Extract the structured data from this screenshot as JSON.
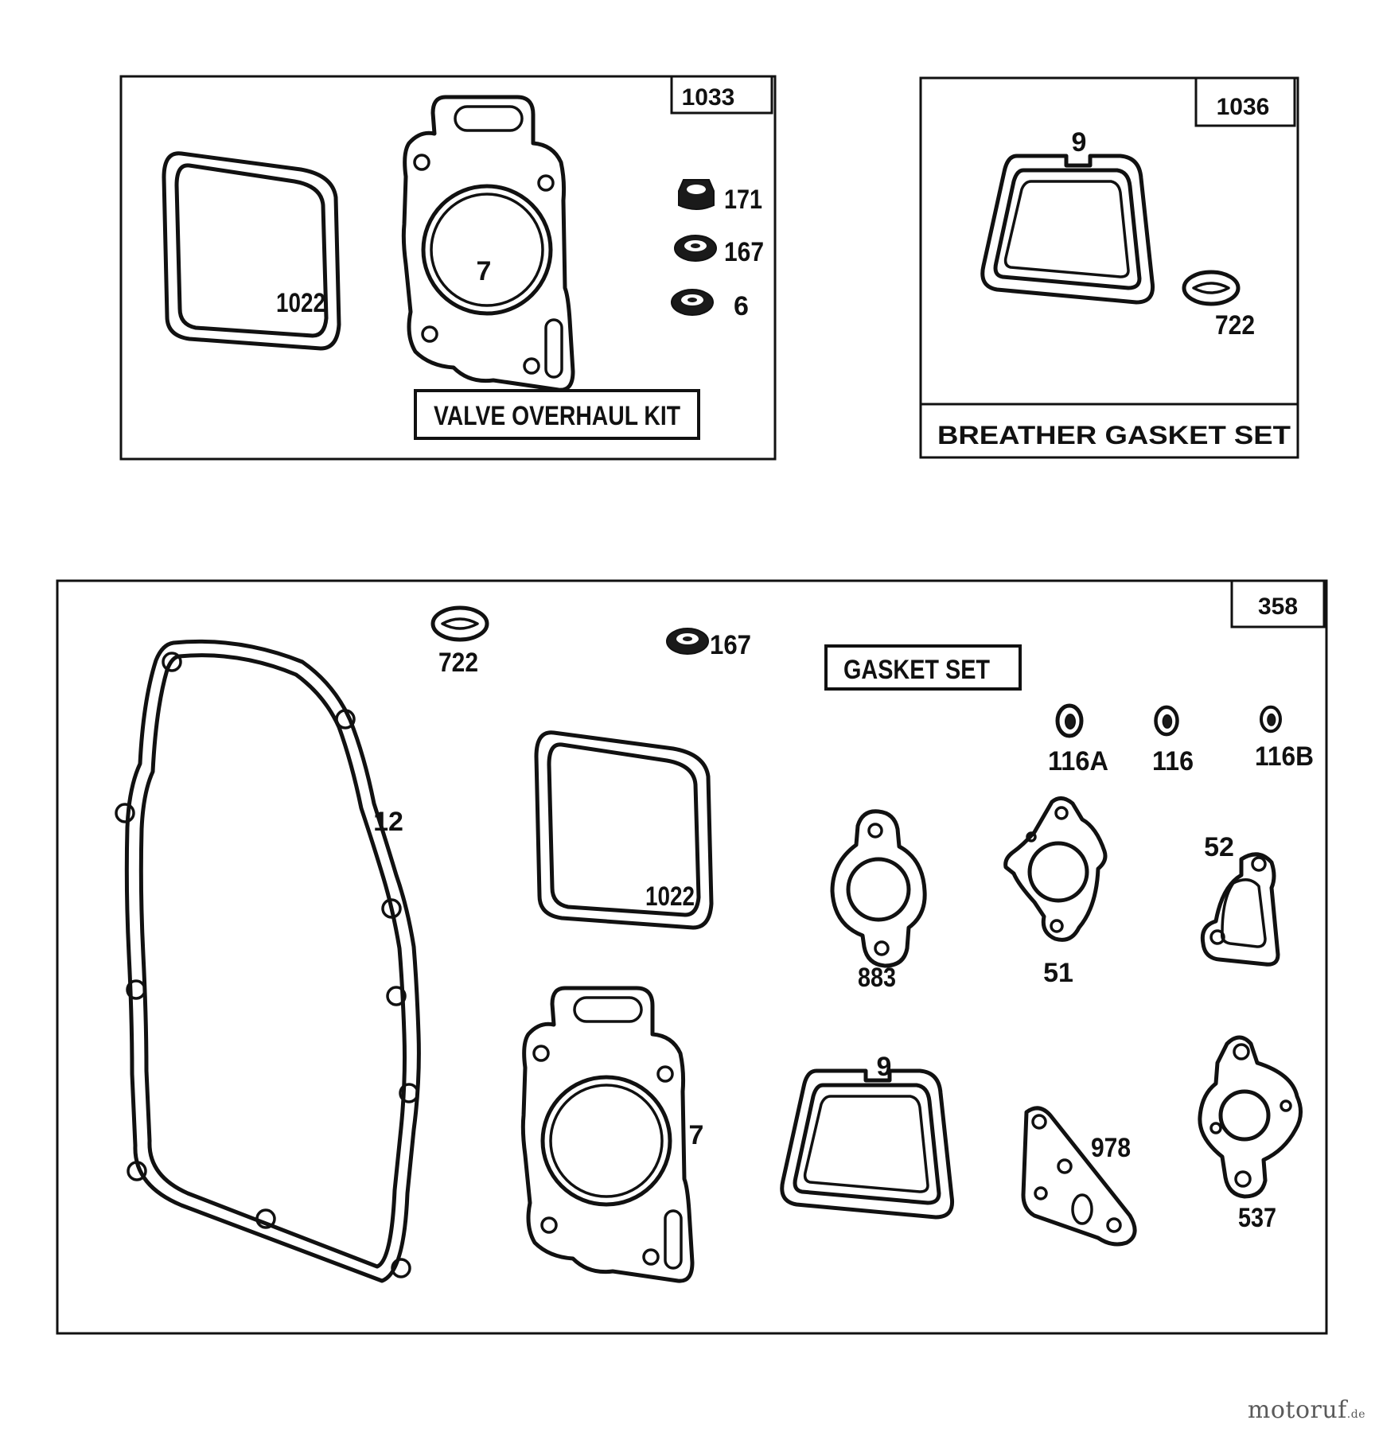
{
  "kits": {
    "valve": {
      "number": "1033",
      "title": "VALVE OVERHAUL KIT"
    },
    "breather": {
      "number": "1036",
      "title": "BREATHER GASKET SET"
    },
    "gasket": {
      "number": "358",
      "title": "GASKET SET"
    }
  },
  "labels": {
    "valve_1022": "1022",
    "valve_7": "7",
    "valve_171": "171",
    "valve_167": "167",
    "valve_6": "6",
    "breather_9": "9",
    "breather_722": "722",
    "gs_722": "722",
    "gs_167": "167",
    "gs_12": "12",
    "gs_1022": "1022",
    "gs_116a": "116A",
    "gs_116": "116",
    "gs_116b": "116B",
    "gs_883": "883",
    "gs_51": "51",
    "gs_52": "52",
    "gs_7": "7",
    "gs_9": "9",
    "gs_978": "978",
    "gs_537": "537"
  },
  "watermark": {
    "name": "motoruf",
    "suffix": ".de"
  }
}
